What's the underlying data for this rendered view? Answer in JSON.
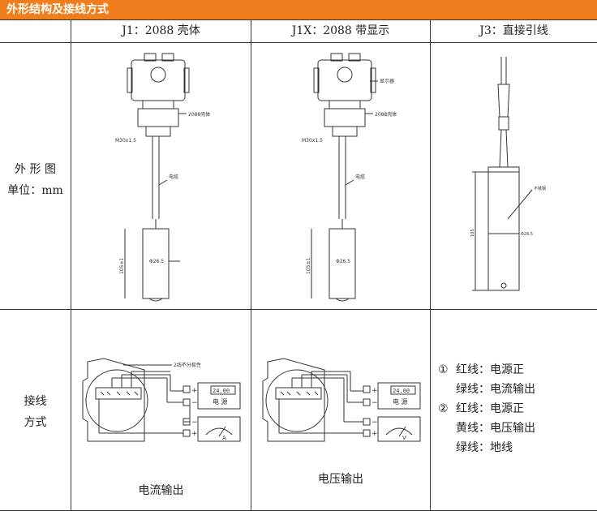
{
  "banner": {
    "title": "外形结构及接线方式"
  },
  "columns": [
    {
      "header": "J1：2088 壳体"
    },
    {
      "header": "J1X：2088 带显示"
    },
    {
      "header": "J3：直接引线"
    }
  ],
  "rows": {
    "outline": {
      "label_line1": "外 形 图",
      "label_line2": "单位：mm"
    },
    "wiring": {
      "label_line1": "接线",
      "label_line2": "方式"
    }
  },
  "drawings": {
    "j1": {
      "housing": "2088壳体",
      "thread": "M30x1.5",
      "cable": "电缆",
      "diameter": "Φ26.5",
      "length": "105±1"
    },
    "j1x": {
      "display": "显示器",
      "housing": "2088壳体",
      "thread": "M30x1.5",
      "cable": "电缆",
      "diameter": "Φ26.5",
      "length": "105±1"
    },
    "j3": {
      "material": "不锈钢",
      "diameter": "Φ26.5",
      "length": "105"
    }
  },
  "wiring": {
    "current": {
      "note": "2线不分极性",
      "readout": "24.00",
      "supply": "电 源",
      "meter": "A",
      "plus": "+",
      "minus": "−",
      "caption": "电流输出"
    },
    "voltage": {
      "readout": "24.00",
      "supply": "电 源",
      "meter": "V",
      "plus": "+",
      "minus": "−",
      "caption": "电压输出"
    },
    "lead_list": [
      {
        "num": "①",
        "text": "红线：电源正"
      },
      {
        "num": "",
        "text": "绿线：电流输出"
      },
      {
        "num": "②",
        "text": "红线：电源正"
      },
      {
        "num": "",
        "text": "黄线：电压输出"
      },
      {
        "num": "",
        "text": "绿线：地线"
      }
    ]
  }
}
